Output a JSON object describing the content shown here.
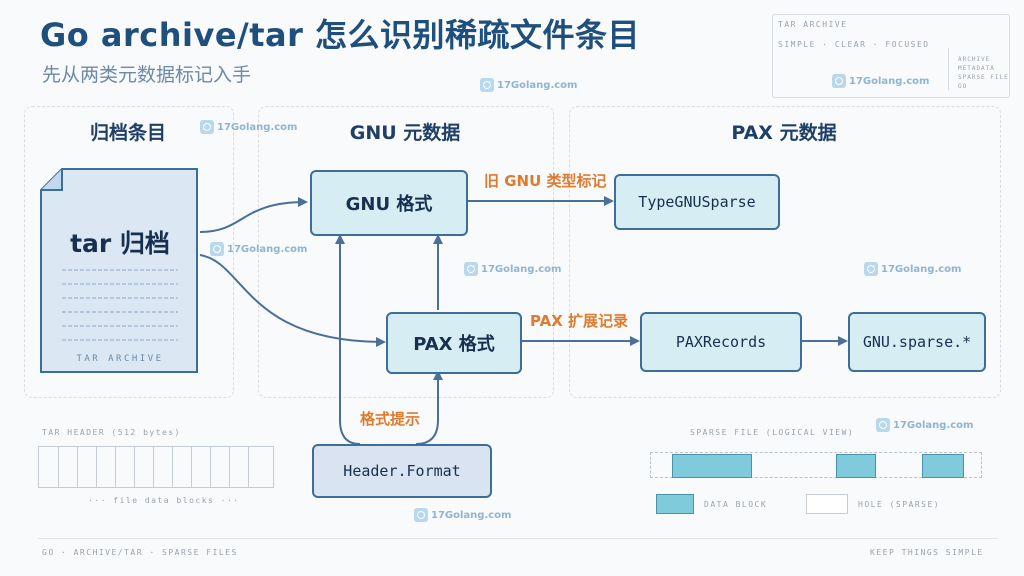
{
  "header": {
    "title": "Go archive/tar 怎么识别稀疏文件条目",
    "subtitle": "先从两类元数据标记入手"
  },
  "meta": {
    "line1": "TAR ARCHIVE",
    "line2": "SIMPLE · CLEAR · FOCUSED",
    "side": [
      "ARCHIVE",
      "METADATA",
      "SPARSE FILE",
      "GO"
    ]
  },
  "watermark": "17Golang.com",
  "panels": {
    "archive": "归档条目",
    "gnu": "GNU 元数据",
    "pax": "PAX 元数据"
  },
  "doc": {
    "title": "tar 归档",
    "caption": "TAR ARCHIVE"
  },
  "nodes": {
    "gnu_format": "GNU 格式",
    "pax_format": "PAX 格式",
    "type_gnu_sparse": "TypeGNUSparse",
    "pax_records": "PAXRecords",
    "gnu_sparse": "GNU.sparse.*",
    "header_format": "Header.Format"
  },
  "edge_labels": {
    "old_gnu": "旧 GNU 类型标记",
    "pax_ext": "PAX 扩展记录",
    "format_hint": "格式提示"
  },
  "tar_header": {
    "label": "TAR HEADER (512 bytes)",
    "blocks": "··· file data blocks ···"
  },
  "sparse_view": {
    "label": "SPARSE FILE (LOGICAL VIEW)",
    "legend_data": "DATA BLOCK",
    "legend_hole": "HOLE (SPARSE)"
  },
  "footer": {
    "left": "GO · ARCHIVE/TAR · SPARSE FILES",
    "right": "KEEP THINGS SIMPLE"
  },
  "colors": {
    "accent": "#1f4f7c",
    "node_fill": "#d6eef3",
    "node_border": "#3c6e99",
    "label_orange": "#e07a2e",
    "data_block": "#7fcbdc"
  },
  "icons": [
    "document-icon",
    "logo-icon"
  ]
}
